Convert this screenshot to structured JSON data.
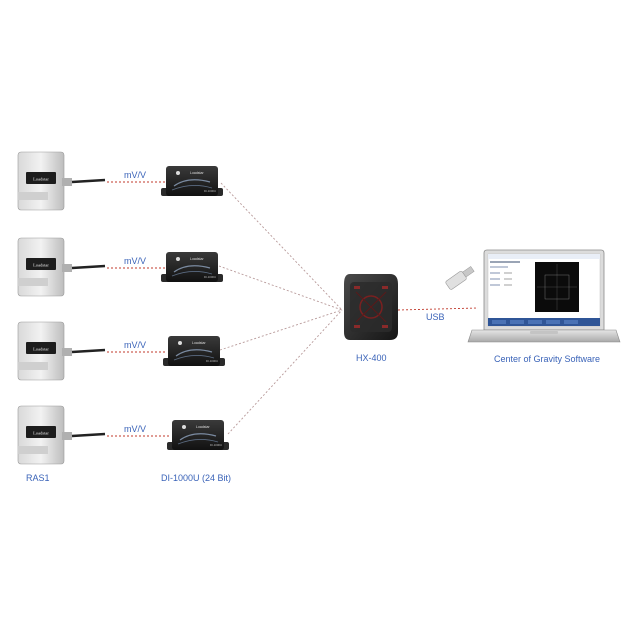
{
  "labels": {
    "signal": "mV/V",
    "load_cell": "RAS1",
    "digitizer": "DI-1000U (24 Bit)",
    "hub": "HX-400",
    "usb": "USB",
    "software": "Center of Gravity Software"
  },
  "load_cells": [
    {
      "logo": "Loadstar"
    },
    {
      "logo": "Loadstar"
    },
    {
      "logo": "Loadstar"
    },
    {
      "logo": "Loadstar"
    }
  ],
  "digitizers": [
    {
      "logo": "Loadstar",
      "model": "DI-1000U"
    },
    {
      "logo": "Loadstar",
      "model": "DI-1000U"
    },
    {
      "logo": "Loadstar",
      "model": "DI-1000U"
    },
    {
      "logo": "Loadstar",
      "model": "DI-1000U"
    }
  ],
  "colors": {
    "dashed_red": "#c0392b",
    "dashed_gray": "#b0a0a0",
    "label_blue": "#3a63b8"
  }
}
